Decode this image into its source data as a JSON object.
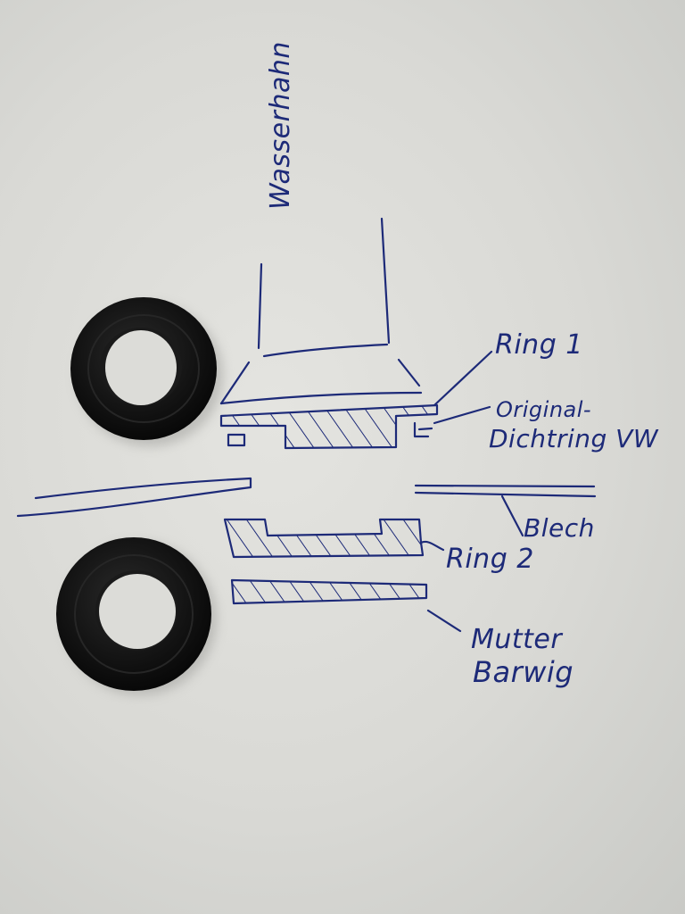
{
  "sketch": {
    "ink_color": "#1d2a78",
    "paper_color": "#dcdcd8",
    "labels": {
      "faucet": "Wasserhahn",
      "ring_1": "Ring 1",
      "original_seal_line1": "Original-",
      "original_seal_line2": "Dichtring VW",
      "sheet_metal": "Blech",
      "ring_2": "Ring 2",
      "nut_line1": "Mutter",
      "nut_line2": "Barwig"
    }
  },
  "objects": {
    "printed_rings": [
      {
        "name": "upper-ring",
        "color": "#111111"
      },
      {
        "name": "lower-ring",
        "color": "#111111"
      }
    ]
  }
}
